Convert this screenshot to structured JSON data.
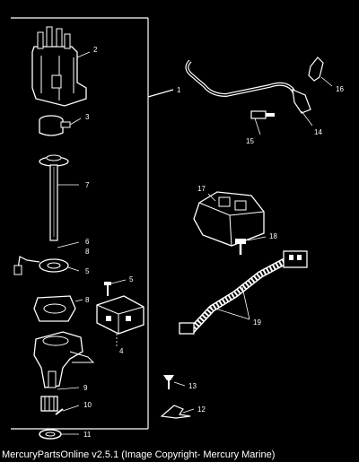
{
  "footer": {
    "caption": "MercuryPartsOnline v2.5.1 (Image Copyright- Mercury Marine)"
  },
  "diagram": {
    "callouts": [
      "1",
      "2",
      "3",
      "7",
      "6",
      "8",
      "5",
      "5",
      "8",
      "4",
      "9",
      "10",
      "11",
      "16",
      "15",
      "14",
      "17",
      "18",
      "19",
      "13",
      "12"
    ]
  }
}
